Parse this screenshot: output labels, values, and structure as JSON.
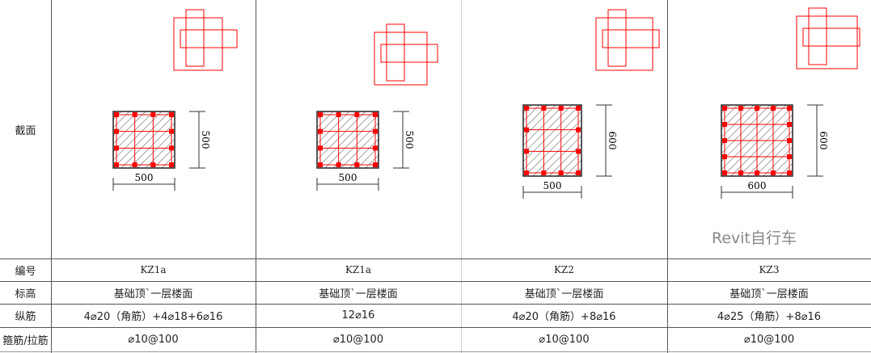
{
  "row_labels": {
    "section": "截面",
    "id": "编号",
    "elevation": "标高",
    "longitudinal": "纵筋",
    "stirrup": "箍筋/拉筋"
  },
  "columns": [
    {
      "id": "KZ1a",
      "elevation": "基础顶`一层楼面",
      "longitudinal": "4⌀20（角筋）+4⌀18+6⌀16",
      "stirrup": "⌀10@100",
      "width": "500",
      "height": "500"
    },
    {
      "id": "KZ1a",
      "elevation": "基础顶`一层楼面",
      "longitudinal": "12⌀16",
      "stirrup": "⌀10@100",
      "width": "500",
      "height": "500"
    },
    {
      "id": "KZ2",
      "elevation": "基础顶`一层楼面",
      "longitudinal": "4⌀20（角筋）+8⌀16",
      "stirrup": "⌀10@100",
      "width": "500",
      "height": "600"
    },
    {
      "id": "KZ3",
      "elevation": "基础顶`一层楼面",
      "longitudinal": "4⌀25（角筋）+8⌀16",
      "stirrup": "⌀10@100",
      "width": "600",
      "height": "600"
    }
  ],
  "watermark": "Revit自行车",
  "colors": {
    "rebar": "#ff0000",
    "line": "#555555"
  }
}
